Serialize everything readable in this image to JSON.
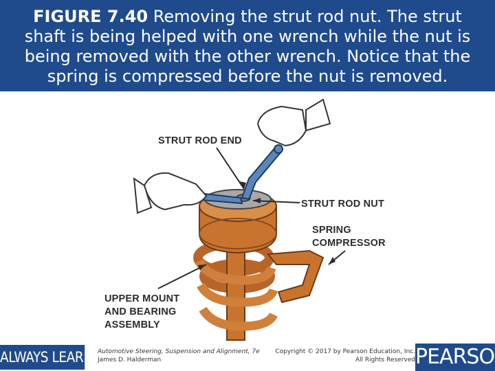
{
  "slide": {
    "caption_bold": "FIGURE 7.40",
    "caption_text": " Removing the strut rod nut. The strut shaft is being helped with one wrench while the nut is being removed with the other wrench. Notice that the spring is compressed before the nut is removed."
  },
  "figure": {
    "labels": {
      "strut_rod_end": "STRUT ROD END",
      "strut_rod_nut": "STRUT ROD NUT",
      "spring_compressor": "SPRING\nCOMPRESSOR",
      "upper_mount": "UPPER MOUNT\nAND BEARING\nASSEMBLY"
    }
  },
  "footer": {
    "always_learning": "ALWAYS LEARNING",
    "book_title": "Automotive Steering, Suspension and Alignment, 7e",
    "author": "James D. Halderman",
    "copyright_line1": "Copyright © 2017 by Pearson Education, Inc.",
    "copyright_line2": "All Rights Reserved",
    "brand": "PEARSON"
  },
  "colors": {
    "header_blue": "#1f4b8c",
    "spring_orange": "#c8742f",
    "wrench_blue": "#5a86b8"
  }
}
